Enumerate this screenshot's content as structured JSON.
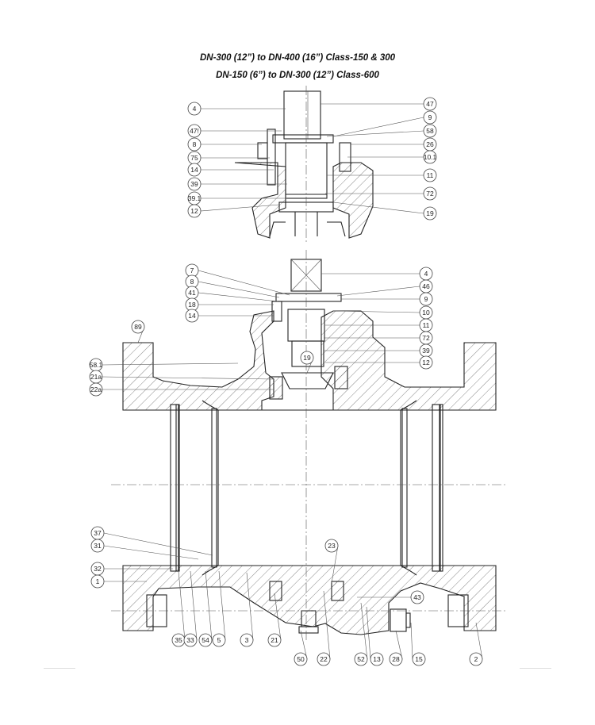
{
  "titles": [
    "DN-300 (12”) to DN-400 (16”) Class-150 & 300",
    "DN-150 (6”) to DN-300 (12”) Class-600"
  ],
  "detail_labels": {
    "left": [
      "4",
      "47!",
      "8",
      "75",
      "14",
      "39",
      "39.1",
      "12"
    ],
    "right": [
      "47",
      "9",
      "58",
      "26",
      "10.1",
      "11",
      "72",
      "19"
    ]
  },
  "main_labels": {
    "top_left": [
      "7",
      "8",
      "41",
      "18",
      "14"
    ],
    "top_right": [
      "4",
      "46",
      "9",
      "10",
      "11",
      "72",
      "39",
      "12"
    ],
    "flange": [
      "89",
      "58.1",
      "21a",
      "22a",
      "19"
    ],
    "bottom_left": [
      "37",
      "31",
      "32",
      "1"
    ],
    "bottom_row1": [
      "35",
      "33",
      "54",
      "5",
      "3",
      "21"
    ],
    "inner": [
      "23",
      "43"
    ],
    "bottom_row2": [
      "50",
      "22",
      "52",
      "13",
      "28",
      "15",
      "2"
    ]
  }
}
